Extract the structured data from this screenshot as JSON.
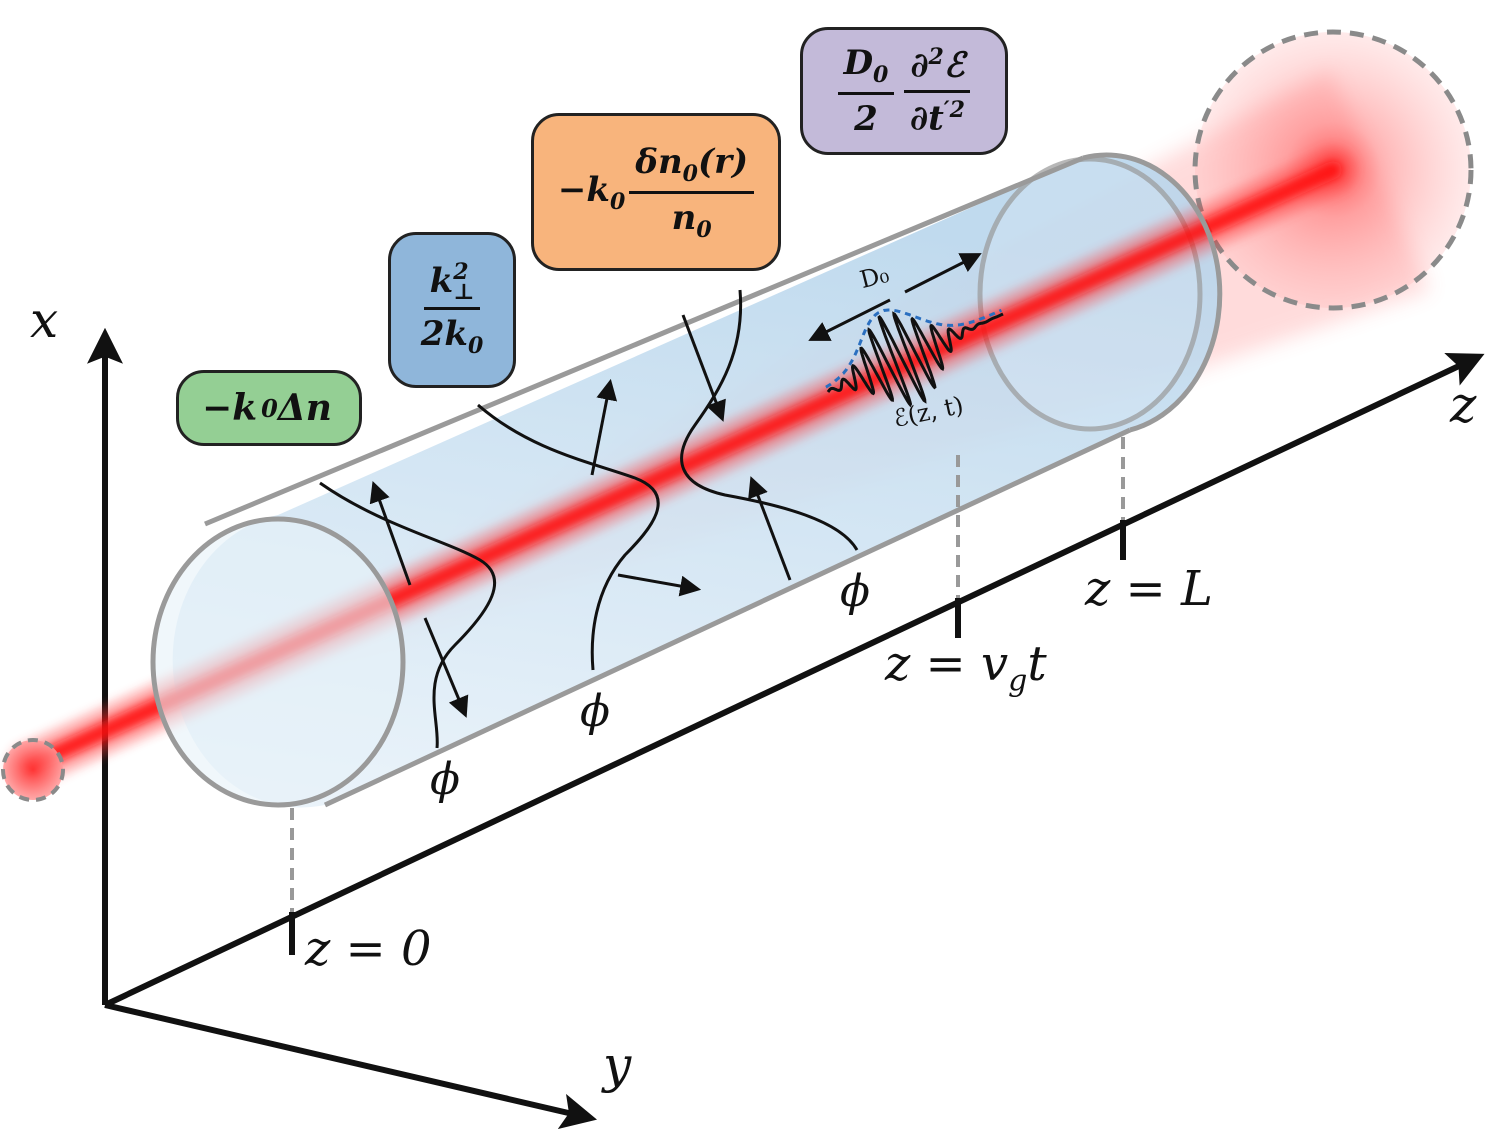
{
  "axes": {
    "x_label": "x",
    "y_label": "y",
    "z_label": "z"
  },
  "positions": {
    "start": "z = 0",
    "pulse": "z = v",
    "pulse_sub": "g",
    "pulse_tail": "t",
    "end": "z = L"
  },
  "profile_labels": [
    "ϕ",
    "ϕ",
    "ϕ"
  ],
  "pulse": {
    "envelope_label": "ℰ(z, t)",
    "dispersion_label": "D₀"
  },
  "terms": {
    "green": {
      "prefix": "−k",
      "sub": "0",
      "tail": "Δn"
    },
    "blue": {
      "num": "k",
      "num_sup": "2",
      "num_sub": "⊥",
      "den": "2k",
      "den_sub": "0"
    },
    "orange": {
      "prefix": "−k",
      "prefix_sub": "0",
      "num": "δn",
      "num_sub": "0",
      "num_tail": "(r)",
      "den": "n",
      "den_sub": "0"
    },
    "purple": {
      "f1_num": "D",
      "f1_num_sub": "0",
      "f1_den": "2",
      "f2_num": "∂",
      "f2_num_sup": "2",
      "f2_num_tail": "ℰ",
      "f2_den": "∂t",
      "f2_den_sup": "′2"
    }
  },
  "colors": {
    "beam": "#ff1a1a",
    "fiber_outline": "#9a9a9a",
    "fiber_fill": "#cfe3f1",
    "green_box": "#94cf94",
    "blue_box": "#8fb6da",
    "orange_box": "#f8b47c",
    "purple_box": "#c3bad9",
    "envelope": "#2a6fc0"
  }
}
